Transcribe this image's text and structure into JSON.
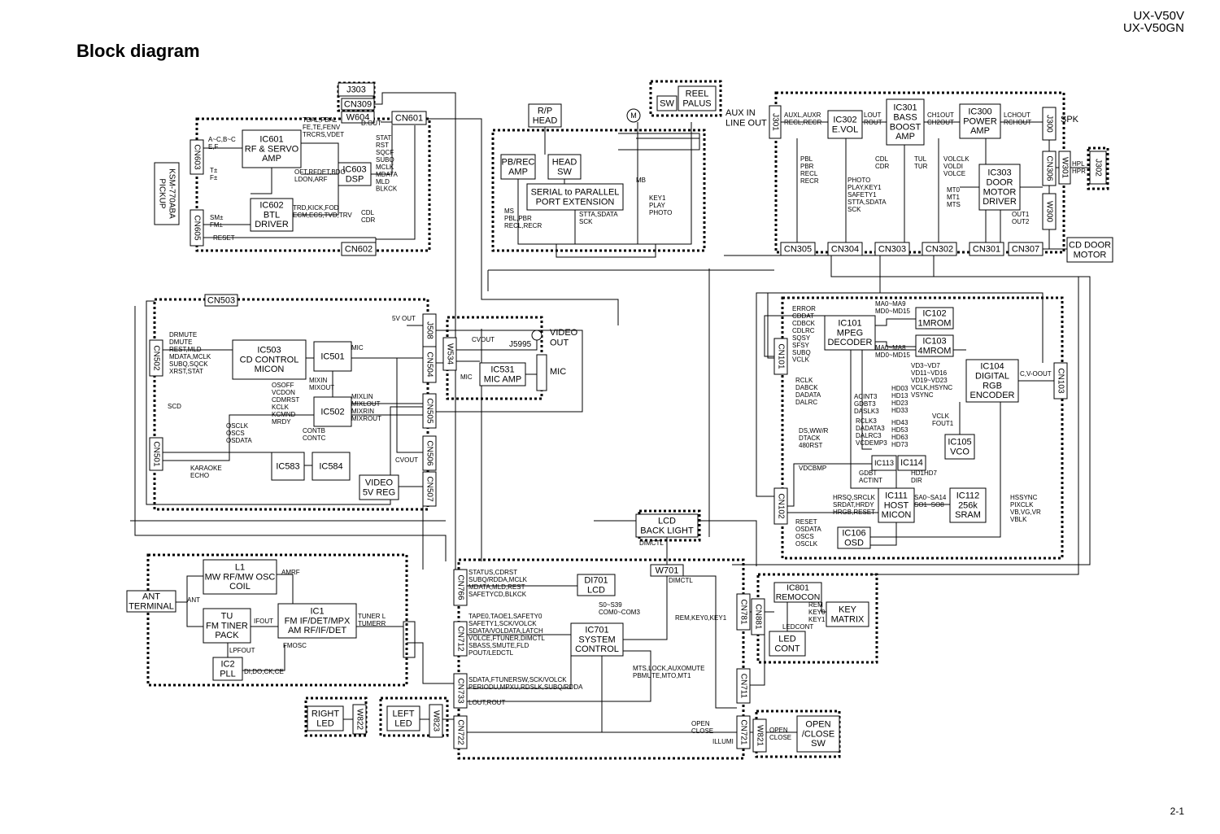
{
  "header": {
    "title": "Block diagram",
    "models": [
      "UX-V50V",
      "UX-V50GN"
    ],
    "page_number": "2-1"
  },
  "blocks": [
    {
      "id": "j303",
      "lines": [
        "J303"
      ]
    },
    {
      "id": "cn309",
      "lines": [
        "CN309"
      ]
    },
    {
      "id": "w604",
      "lines": [
        "W604"
      ]
    },
    {
      "id": "cn601",
      "lines": [
        "CN601"
      ]
    },
    {
      "id": "ic601",
      "lines": [
        "IC601",
        "RF & SERVO",
        "AMP"
      ]
    },
    {
      "id": "ic603",
      "lines": [
        "IC603",
        "DSP"
      ]
    },
    {
      "id": "ic602",
      "lines": [
        "IC602",
        "BTL",
        "DRIVER"
      ]
    },
    {
      "id": "cn603",
      "lines": [
        "CN603"
      ],
      "vertical": true
    },
    {
      "id": "cn605",
      "lines": [
        "CN605"
      ],
      "vertical": true
    },
    {
      "id": "pickup",
      "lines": [
        "PICKUP",
        "KSM-770ABA"
      ],
      "vertical": true
    },
    {
      "id": "cn602",
      "lines": [
        "CN602"
      ]
    },
    {
      "id": "rp-head",
      "lines": [
        "R/P",
        "HEAD"
      ]
    },
    {
      "id": "pbrec-amp",
      "lines": [
        "PB/REC",
        "AMP"
      ]
    },
    {
      "id": "head-sw",
      "lines": [
        "HEAD",
        "SW"
      ]
    },
    {
      "id": "serial-parallel",
      "lines": [
        "SERIAL to PARALLEL",
        "PORT EXTENSION"
      ]
    },
    {
      "id": "sw",
      "lines": [
        "SW"
      ]
    },
    {
      "id": "reel-palus",
      "lines": [
        "REEL",
        "PALUS"
      ]
    },
    {
      "id": "j301",
      "lines": [
        "J301"
      ],
      "vertical": true
    },
    {
      "id": "ic302",
      "lines": [
        "IC302",
        "E.VOL"
      ]
    },
    {
      "id": "ic301",
      "lines": [
        "IC301",
        "BASS",
        "BOOST",
        "AMP"
      ]
    },
    {
      "id": "ic300",
      "lines": [
        "IC300",
        "POWER",
        "AMP"
      ]
    },
    {
      "id": "j300",
      "lines": [
        "J300"
      ],
      "vertical": true
    },
    {
      "id": "cn306",
      "lines": [
        "CN306"
      ],
      "vertical": true
    },
    {
      "id": "w301",
      "lines": [
        "W301"
      ],
      "vertical": true
    },
    {
      "id": "j302",
      "lines": [
        "J302"
      ],
      "vertical": true
    },
    {
      "id": "w300",
      "lines": [
        "W300"
      ],
      "vertical": true
    },
    {
      "id": "ic303",
      "lines": [
        "IC303",
        "DOOR",
        "MOTOR",
        "DRIVER"
      ]
    },
    {
      "id": "cn305",
      "lines": [
        "CN305"
      ]
    },
    {
      "id": "cn304",
      "lines": [
        "CN304"
      ]
    },
    {
      "id": "cn303",
      "lines": [
        "CN303"
      ]
    },
    {
      "id": "cn302",
      "lines": [
        "CN302"
      ]
    },
    {
      "id": "cn301",
      "lines": [
        "CN301"
      ]
    },
    {
      "id": "cn307",
      "lines": [
        "CN307"
      ]
    },
    {
      "id": "cd-door-motor",
      "lines": [
        "CD DOOR",
        "MOTOR"
      ]
    },
    {
      "id": "cn503",
      "lines": [
        "CN503"
      ]
    },
    {
      "id": "cn502",
      "lines": [
        "CN502"
      ],
      "vertical": true
    },
    {
      "id": "cn501",
      "lines": [
        "CN501"
      ],
      "vertical": true
    },
    {
      "id": "ic503",
      "lines": [
        "IC503",
        "CD CONTROL",
        "MICON"
      ]
    },
    {
      "id": "ic501",
      "lines": [
        "IC501"
      ]
    },
    {
      "id": "ic502",
      "lines": [
        "IC502"
      ]
    },
    {
      "id": "ic583",
      "lines": [
        "IC583"
      ]
    },
    {
      "id": "ic584",
      "lines": [
        "IC584"
      ]
    },
    {
      "id": "video-5v-reg",
      "lines": [
        "VIDEO",
        "5V REG"
      ]
    },
    {
      "id": "j508",
      "lines": [
        "J508"
      ],
      "vertical": true
    },
    {
      "id": "cn504",
      "lines": [
        "CN504"
      ],
      "vertical": true
    },
    {
      "id": "cn505",
      "lines": [
        "CN505"
      ],
      "vertical": true
    },
    {
      "id": "cn506",
      "lines": [
        "CN506"
      ],
      "vertical": true
    },
    {
      "id": "cn507",
      "lines": [
        "CN507"
      ],
      "vertical": true
    },
    {
      "id": "w534",
      "lines": [
        "W534"
      ],
      "vertical": true
    },
    {
      "id": "ic531",
      "lines": [
        "IC531",
        "MIC AMP"
      ]
    },
    {
      "id": "cn101",
      "lines": [
        "CN101"
      ],
      "vertical": true
    },
    {
      "id": "cn102",
      "lines": [
        "CN102"
      ],
      "vertical": true
    },
    {
      "id": "cn103",
      "lines": [
        "CN103"
      ],
      "vertical": true
    },
    {
      "id": "ic101",
      "lines": [
        "IC101",
        "MPEG",
        "DECODER"
      ]
    },
    {
      "id": "ic102",
      "lines": [
        "IC102",
        "1MROM"
      ]
    },
    {
      "id": "ic103",
      "lines": [
        "IC103",
        "4MROM"
      ]
    },
    {
      "id": "ic104",
      "lines": [
        "IC104",
        "DIGITAL",
        "RGB",
        "ENCODER"
      ]
    },
    {
      "id": "ic105",
      "lines": [
        "IC105",
        "VCO"
      ]
    },
    {
      "id": "ic113",
      "lines": [
        "IC113"
      ]
    },
    {
      "id": "ic114",
      "lines": [
        "IC114"
      ]
    },
    {
      "id": "ic111",
      "lines": [
        "IC111",
        "HOST",
        "MICON"
      ]
    },
    {
      "id": "ic112",
      "lines": [
        "IC112",
        "256k",
        "SRAM"
      ]
    },
    {
      "id": "ic106",
      "lines": [
        "IC106",
        "OSD"
      ]
    },
    {
      "id": "lcd-back-light",
      "lines": [
        "LCD",
        "BACK LIGHT"
      ]
    },
    {
      "id": "w701",
      "lines": [
        "W701"
      ]
    },
    {
      "id": "ant-terminal",
      "lines": [
        "ANT",
        "TERMINAL"
      ]
    },
    {
      "id": "l1",
      "lines": [
        "L1",
        "MW RF/MW OSC",
        "COIL"
      ]
    },
    {
      "id": "tu",
      "lines": [
        "TU",
        "FM TINER",
        "PACK"
      ]
    },
    {
      "id": "ic1",
      "lines": [
        "IC1",
        "FM IF/DET/MPX",
        "AM RF/IF/DET"
      ]
    },
    {
      "id": "ic2",
      "lines": [
        "IC2",
        "PLL"
      ]
    },
    {
      "id": "cn766",
      "lines": [
        "CN766"
      ],
      "vertical": true
    },
    {
      "id": "cn712",
      "lines": [
        "CN712"
      ],
      "vertical": true
    },
    {
      "id": "cn733",
      "lines": [
        "CN733"
      ],
      "vertical": true
    },
    {
      "id": "cn722",
      "lines": [
        "CN722"
      ],
      "vertical": true
    },
    {
      "id": "di701",
      "lines": [
        "DI701",
        "LCD"
      ]
    },
    {
      "id": "ic701",
      "lines": [
        "IC701",
        "SYSTEM",
        "CONTROL"
      ]
    },
    {
      "id": "cn781",
      "lines": [
        "CN781"
      ],
      "vertical": true
    },
    {
      "id": "cn711",
      "lines": [
        "CN711"
      ],
      "vertical": true
    },
    {
      "id": "cn721",
      "lines": [
        "CN721"
      ],
      "vertical": true
    },
    {
      "id": "cn881",
      "lines": [
        "CN881"
      ],
      "vertical": true
    },
    {
      "id": "ic801",
      "lines": [
        "IC801",
        "REMOCON"
      ]
    },
    {
      "id": "key-matrix",
      "lines": [
        "KEY",
        "MATRIX"
      ]
    },
    {
      "id": "led-cont",
      "lines": [
        "LED",
        "CONT"
      ]
    },
    {
      "id": "right-led",
      "lines": [
        "RIGHT",
        "LED"
      ]
    },
    {
      "id": "w822",
      "lines": [
        "W822"
      ],
      "vertical": true
    },
    {
      "id": "left-led",
      "lines": [
        "LEFT",
        "LED"
      ]
    },
    {
      "id": "w823",
      "lines": [
        "W823"
      ],
      "vertical": true
    },
    {
      "id": "w821",
      "lines": [
        "W821"
      ],
      "vertical": true
    },
    {
      "id": "open-close-sw",
      "lines": [
        "OPEN",
        "/CLOSE",
        "SW"
      ]
    }
  ],
  "labels": [
    {
      "id": "tbal",
      "lines": [
        "TBAL,FBAL",
        "FE,TE,FENV",
        "TRCRS,VDET"
      ]
    },
    {
      "id": "dout",
      "lines": [
        "D.OUT"
      ]
    },
    {
      "id": "abcd",
      "lines": [
        "A~C,B~C",
        "E,F"
      ]
    },
    {
      "id": "tpm",
      "lines": [
        "T±",
        "F±"
      ]
    },
    {
      "id": "smfm",
      "lines": [
        "SM±",
        "FM±"
      ]
    },
    {
      "id": "oft",
      "lines": [
        "OFT,RFDET,BDO",
        "LDON,ARF"
      ]
    },
    {
      "id": "stat",
      "lines": [
        "STAT",
        "RST",
        "SQCF",
        "SUBQ",
        "MCLK",
        "MDATA",
        "MLD",
        "BLKCK"
      ]
    },
    {
      "id": "trd",
      "lines": [
        "TRD,KICK,FOD",
        "ECM,ECS,TVD,TRV"
      ]
    },
    {
      "id": "cdl",
      "lines": [
        "CDL",
        "CDR"
      ]
    },
    {
      "id": "reset6",
      "lines": [
        "RESET"
      ]
    },
    {
      "id": "ms",
      "lines": [
        "MS",
        "PBL,PBR",
        "RECL,RECR"
      ]
    },
    {
      "id": "mb",
      "lines": [
        "MB"
      ]
    },
    {
      "id": "stta",
      "lines": [
        "STTA,SDATA",
        "SCK"
      ]
    },
    {
      "id": "key1play",
      "lines": [
        "KEY1",
        "PLAY",
        "PHOTO"
      ]
    },
    {
      "id": "auxin",
      "lines": [
        "AUX IN",
        "LINE OUT"
      ]
    },
    {
      "id": "auxl",
      "lines": [
        "AUXL,AUXR",
        "RECL,RECR"
      ]
    },
    {
      "id": "lout",
      "lines": [
        "LOUT",
        "ROUT"
      ]
    },
    {
      "id": "ch1out",
      "lines": [
        "CH1OUT",
        "CH2OUT"
      ]
    },
    {
      "id": "lchout",
      "lines": [
        "LCHOUT",
        "RCHOUT"
      ]
    },
    {
      "id": "spk",
      "lines": [
        "SPK"
      ]
    },
    {
      "id": "hpl",
      "lines": [
        "HPL",
        "HPR"
      ]
    },
    {
      "id": "pbl3",
      "lines": [
        "PBL",
        "PBR",
        "RECL",
        "RECR"
      ]
    },
    {
      "id": "cdl3",
      "lines": [
        "CDL",
        "CDR"
      ]
    },
    {
      "id": "photo3",
      "lines": [
        "PHOTO",
        "PLAY,KEY1",
        "SAFETY1",
        "STTA,SDATA",
        "SCK"
      ]
    },
    {
      "id": "tul",
      "lines": [
        "TUL",
        "TUR"
      ]
    },
    {
      "id": "volclk",
      "lines": [
        "VOLCLK",
        "VOLDI",
        "VOLCE"
      ]
    },
    {
      "id": "mt0",
      "lines": [
        "MT0",
        "MT1",
        "MTS"
      ]
    },
    {
      "id": "out1",
      "lines": [
        "OUT1",
        "OUT2"
      ]
    },
    {
      "id": "drmute",
      "lines": [
        "DRMUTE",
        "DMUTE",
        "REST,MLD",
        "MDATA,MCLK",
        "SUBQ,SQCK",
        "XRST,STAT"
      ]
    },
    {
      "id": "scd",
      "lines": [
        "SCD"
      ]
    },
    {
      "id": "mic5",
      "lines": [
        "MIC"
      ]
    },
    {
      "id": "mixin",
      "lines": [
        "MIXIN",
        "MIXOUT"
      ]
    },
    {
      "id": "osoff",
      "lines": [
        "OSOFF",
        "VCDON",
        "CDMRST",
        "KCLK",
        "KCMND",
        "MRDY"
      ]
    },
    {
      "id": "mixlin",
      "lines": [
        "MIXLIN",
        "MIXLOUT",
        "MIXRIN",
        "MIXROUT"
      ]
    },
    {
      "id": "oscl5",
      "lines": [
        "OSCLK",
        "OSCS",
        "OSDATA"
      ]
    },
    {
      "id": "contb",
      "lines": [
        "CONTB",
        "CONTC"
      ]
    },
    {
      "id": "karaoke",
      "lines": [
        "KARAOKE",
        "ECHO"
      ]
    },
    {
      "id": "5vout",
      "lines": [
        "5V OUT"
      ]
    },
    {
      "id": "cvout5",
      "lines": [
        "CVOUT"
      ]
    },
    {
      "id": "cvoutw",
      "lines": [
        "CVOUT"
      ]
    },
    {
      "id": "j5995",
      "lines": [
        "J5995"
      ]
    },
    {
      "id": "videoout",
      "lines": [
        "VIDEO",
        "OUT"
      ]
    },
    {
      "id": "micw",
      "lines": [
        "MIC"
      ]
    },
    {
      "id": "micbig",
      "lines": [
        "MIC"
      ]
    },
    {
      "id": "error",
      "lines": [
        "ERROR",
        "CDDAT",
        "CDBCK",
        "CDLRC",
        "SQSY",
        "SFSY",
        "SUBQ",
        "VCLK"
      ]
    },
    {
      "id": "ma09",
      "lines": [
        "MA0~MA9",
        "MD0~MD15"
      ]
    },
    {
      "id": "ma08",
      "lines": [
        "MA0~MA8",
        "MD0~MD15"
      ]
    },
    {
      "id": "vd3",
      "lines": [
        "VD3~VD7",
        "VD11~VD16",
        "VD19~VD23",
        "VCLK,HSYNC",
        "VSYNC"
      ]
    },
    {
      "id": "cvoout",
      "lines": [
        "C,V-OOUT"
      ]
    },
    {
      "id": "rclk",
      "lines": [
        "RCLK",
        "DABCK",
        "DADATA",
        "DALRC"
      ]
    },
    {
      "id": "acint",
      "lines": [
        "ACINT3",
        "GDBT3",
        "DASLK3"
      ]
    },
    {
      "id": "hd03",
      "lines": [
        "HD03",
        "HD13",
        "HD23",
        "HD33"
      ]
    },
    {
      "id": "rclk3",
      "lines": [
        "RCLK3",
        "DADATA3",
        "DALRC3",
        "VCDEMP3"
      ]
    },
    {
      "id": "hd43",
      "lines": [
        "HD43",
        "HD53",
        "HD63",
        "HD73"
      ]
    },
    {
      "id": "vclkfout",
      "lines": [
        "VCLK",
        "FOUT1"
      ]
    },
    {
      "id": "dsww",
      "lines": [
        "DS,WW/R",
        "DTACK",
        "480RST"
      ]
    },
    {
      "id": "vdcbmp",
      "lines": [
        "VDCBMP"
      ]
    },
    {
      "id": "gdbt",
      "lines": [
        "GDBT",
        "ACTINT"
      ]
    },
    {
      "id": "hd1hd7",
      "lines": [
        "HD1HD7",
        "DIR"
      ]
    },
    {
      "id": "hrsq",
      "lines": [
        "HRSQ,SRCLK",
        "SRDAT,HRDY",
        "HRGB,RESET"
      ]
    },
    {
      "id": "sa0",
      "lines": [
        "SA0~SA14",
        "SO1~SO8"
      ]
    },
    {
      "id": "reset1",
      "lines": [
        "RESET",
        "OSDATA",
        "OSCS",
        "OSCLK"
      ]
    },
    {
      "id": "hssync",
      "lines": [
        "HSSYNC",
        "PIXCLK",
        "VB,VG,VR",
        "VBLK"
      ]
    },
    {
      "id": "dimctl",
      "lines": [
        "DIMCTL"
      ]
    },
    {
      "id": "dimctl2",
      "lines": [
        "DIMCTL"
      ]
    },
    {
      "id": "amrf",
      "lines": [
        "AMRF"
      ]
    },
    {
      "id": "ant",
      "lines": [
        "ANT"
      ]
    },
    {
      "id": "ifout",
      "lines": [
        "IFOUT"
      ]
    },
    {
      "id": "tunerl",
      "lines": [
        "TUNER L",
        "TUMERR"
      ]
    },
    {
      "id": "fmosc",
      "lines": [
        "FMOSC"
      ]
    },
    {
      "id": "lpfout",
      "lines": [
        "LPFOUT"
      ]
    },
    {
      "id": "didock",
      "lines": [
        "DI,DO,CK,CE"
      ]
    },
    {
      "id": "statuscd",
      "lines": [
        "STATUS,CDRST",
        "SUBQ/RDDA,MCLK",
        "MDATA,MLD,REST",
        "SAFETYCD,BLKCK"
      ]
    },
    {
      "id": "s0s39",
      "lines": [
        "S0~S39",
        "COM0~COM3"
      ]
    },
    {
      "id": "tape0",
      "lines": [
        "TAPE0,TAOE1,SAFETY0",
        "SAFETY1,SCK/VOLCK",
        "SDATA/VOLDATA,LATCH",
        "VOLCE,FTUNER,DIMCTL",
        "SBASS,SMUTE,FLD",
        "POUT/LEDCTL"
      ]
    },
    {
      "id": "remkey",
      "lines": [
        "REM,KEY0,KEY1"
      ]
    },
    {
      "id": "mts",
      "lines": [
        "MTS,LOCK,AUXOMUTE",
        "PBMUTE,MTO,MT1"
      ]
    },
    {
      "id": "sdataft",
      "lines": [
        "SDATA,FTUNERSW,SCK/VOLCK",
        "PERIODU,MPXU,RDSLK,SUBQ/RDDA"
      ]
    },
    {
      "id": "loutrout",
      "lines": [
        "LOUT,ROUT"
      ]
    },
    {
      "id": "openclose",
      "lines": [
        "OPEN",
        "CLOSE"
      ]
    },
    {
      "id": "illumi",
      "lines": [
        "ILLUMI"
      ]
    },
    {
      "id": "openclosew",
      "lines": [
        "OPEN",
        "CLOSE"
      ]
    },
    {
      "id": "remkey8",
      "lines": [
        "REM",
        "KEY0",
        "KEY1"
      ]
    },
    {
      "id": "ledcont",
      "lines": [
        "LEDCONT"
      ]
    },
    {
      "id": "m-motor",
      "lines": [
        "M"
      ]
    }
  ]
}
